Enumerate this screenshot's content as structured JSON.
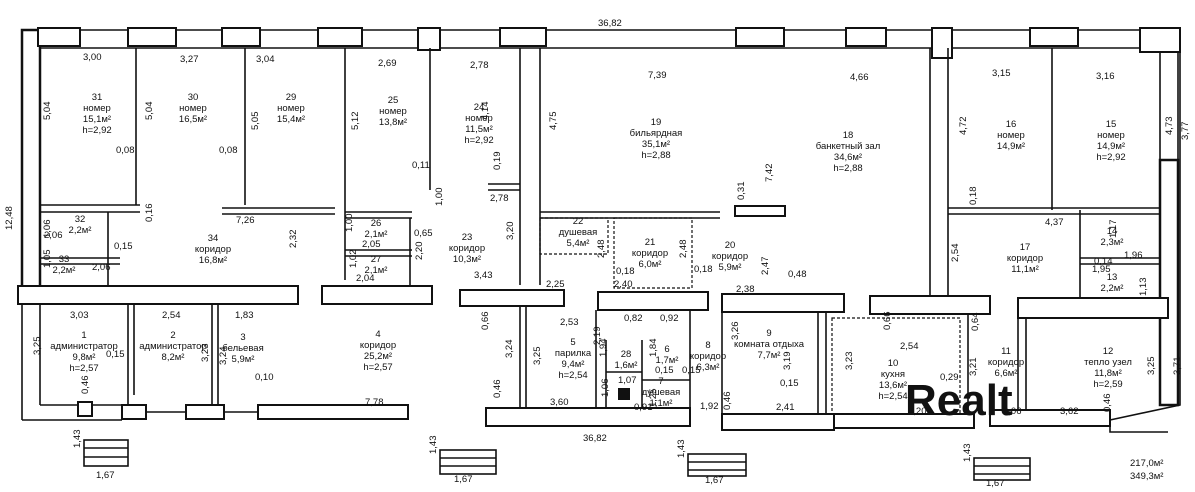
{
  "plan": {
    "overall_width_label": "36,82",
    "bottom_width_label": "36,82",
    "left_height_label": "12,48",
    "right_height_label": "3,77",
    "total_area_1": "217,0м²",
    "total_area_2": "349,3м²",
    "watermark": "Realt"
  },
  "rooms": [
    {
      "num": "31",
      "name": "номер",
      "area": "15,1м²",
      "h": "h=2,92"
    },
    {
      "num": "30",
      "name": "номер",
      "area": "16,5м²",
      "h": ""
    },
    {
      "num": "29",
      "name": "номер",
      "area": "15,4м²",
      "h": ""
    },
    {
      "num": "25",
      "name": "номер",
      "area": "13,8м²",
      "h": ""
    },
    {
      "num": "24",
      "name": "номер",
      "area": "11,5м²",
      "h": "h=2,92"
    },
    {
      "num": "19",
      "name": "бильярдная",
      "area": "35,1м²",
      "h": "h=2,88"
    },
    {
      "num": "18",
      "name": "банкетный зал",
      "area": "34,6м²",
      "h": "h=2,88"
    },
    {
      "num": "16",
      "name": "номер",
      "area": "14,9м²",
      "h": ""
    },
    {
      "num": "15",
      "name": "номер",
      "area": "14,9м²",
      "h": "h=2,92"
    },
    {
      "num": "32",
      "name": "",
      "area": "2,2м²",
      "h": ""
    },
    {
      "num": "33",
      "name": "",
      "area": "2,2м²",
      "h": ""
    },
    {
      "num": "34",
      "name": "коридор",
      "area": "16,8м²",
      "h": ""
    },
    {
      "num": "26",
      "name": "",
      "area": "2,1м²",
      "h": ""
    },
    {
      "num": "27",
      "name": "",
      "area": "2,1м²",
      "h": ""
    },
    {
      "num": "23",
      "name": "коридор",
      "area": "10,3м²",
      "h": ""
    },
    {
      "num": "22",
      "name": "душевая",
      "area": "5,4м²",
      "h": ""
    },
    {
      "num": "21",
      "name": "коридор",
      "area": "6,0м²",
      "h": ""
    },
    {
      "num": "20",
      "name": "коридор",
      "area": "5,9м²",
      "h": ""
    },
    {
      "num": "17",
      "name": "коридор",
      "area": "11,1м²",
      "h": ""
    },
    {
      "num": "14",
      "name": "",
      "area": "2,3м²",
      "h": ""
    },
    {
      "num": "13",
      "name": "",
      "area": "2,2м²",
      "h": ""
    },
    {
      "num": "1",
      "name": "администратор",
      "area": "9,8м²",
      "h": "h=2,57"
    },
    {
      "num": "2",
      "name": "администратор",
      "area": "8,2м²",
      "h": ""
    },
    {
      "num": "3",
      "name": "бельевая",
      "area": "5,9м²",
      "h": ""
    },
    {
      "num": "4",
      "name": "коридор",
      "area": "25,2м²",
      "h": "h=2,57"
    },
    {
      "num": "5",
      "name": "парилка",
      "area": "9,4м²",
      "h": "h=2,54"
    },
    {
      "num": "28",
      "name": "",
      "area": "1,6м²",
      "h": ""
    },
    {
      "num": "6",
      "name": "",
      "area": "1,7м²",
      "h": ""
    },
    {
      "num": "7",
      "name": "душевая",
      "area": "1,1м²",
      "h": ""
    },
    {
      "num": "8",
      "name": "коридор",
      "area": "6,3м²",
      "h": ""
    },
    {
      "num": "9",
      "name": "комната отдыха",
      "area": "7,7м²",
      "h": ""
    },
    {
      "num": "10",
      "name": "кухня",
      "area": "13,6м²",
      "h": "h=2,54"
    },
    {
      "num": "11",
      "name": "коридор",
      "area": "6,6м²",
      "h": ""
    },
    {
      "num": "12",
      "name": "тепло узел",
      "area": "11,8м²",
      "h": "h=2,59"
    }
  ],
  "dims": [
    "3,00",
    "3,27",
    "3,04",
    "2,69",
    "2,78",
    "7,39",
    "4,66",
    "3,15",
    "3,16",
    "5,04",
    "5,04",
    "5,05",
    "5,12",
    "4,14",
    "4,75",
    "7,42",
    "4,72",
    "4,73",
    "0,08",
    "0,08",
    "0,11",
    "0,19",
    "2,78",
    "0,31",
    "0,18",
    "4,37",
    "1,17",
    "1,06",
    "2,06",
    "0,16",
    "1,05",
    "2,06",
    "0,15",
    "7,26",
    "2,32",
    "1,00",
    "2,05",
    "0,65",
    "1,02",
    "2,04",
    "2,20",
    "3,20",
    "3,43",
    "2,48",
    "2,48",
    "0,18",
    "0,18",
    "2,47",
    "0,48",
    "2,25",
    "2,40",
    "2,54",
    "1,96",
    "0,14",
    "1,95",
    "1,13",
    "3,03",
    "2,54",
    "1,83",
    "0,66",
    "2,53",
    "2,38",
    "0,82",
    "0,92",
    "1,94",
    "1,84",
    "3,26",
    "0,66",
    "0,64",
    "3,25",
    "0,15",
    "3,23",
    "3,24",
    "0,10",
    "3,24",
    "3,25",
    "2,19",
    "0,15",
    "0,15",
    "3,19",
    "3,23",
    "0,29",
    "3,21",
    "3,71",
    "0,46",
    "7,78",
    "0,46",
    "3,60",
    "1,06",
    "1,07",
    "1,25",
    "0,91",
    "1,92",
    "0,46",
    "2,41",
    "4,20",
    "2,06",
    "3,62",
    "0,46",
    "1,43",
    "1,67",
    "1,43",
    "1,67",
    "1,43",
    "1,67",
    "1,43",
    "1,67",
    "1,00",
    "0,15",
    "2,54",
    "3,25"
  ]
}
